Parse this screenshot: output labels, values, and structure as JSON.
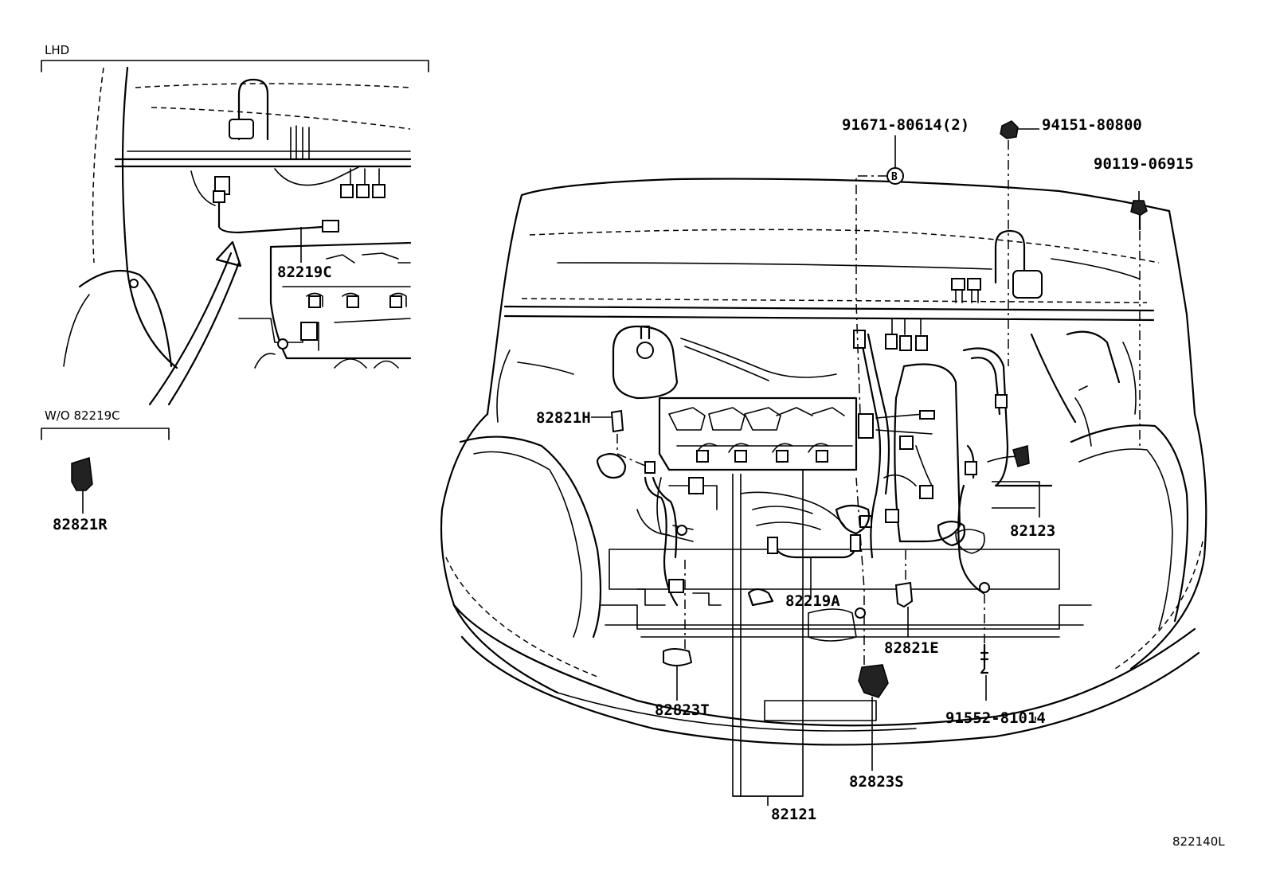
{
  "insets": {
    "lhd": {
      "title": "LHD",
      "labels": [
        "82219C"
      ]
    },
    "wo": {
      "title": "W/O 82219C",
      "labels": [
        "82821R"
      ]
    }
  },
  "callouts": {
    "bolt_91671": "91671-80614(2)",
    "nut_94151": "94151-80800",
    "bolt_90119": "90119-06915",
    "ref_b": "B",
    "c_82821H": "82821H",
    "c_82123": "82123",
    "c_82219A": "82219A",
    "c_82821E": "82821E",
    "c_82823T": "82823T",
    "c_91552": "91552-81014",
    "c_82823S": "82823S",
    "c_82121": "82121"
  },
  "footer": {
    "diagram_code": "822140L"
  }
}
